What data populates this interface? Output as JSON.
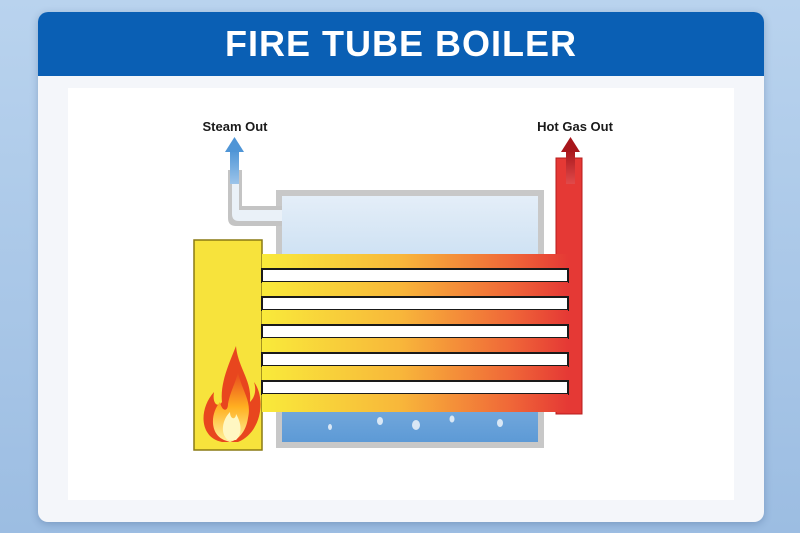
{
  "title": "FIRE TUBE BOILER",
  "labels": {
    "steam_out": "Steam Out",
    "hot_gas_out": "Hot Gas Out"
  },
  "colors": {
    "header": "#0a5fb4",
    "water": "#7fb2e0",
    "steam": "#d8e6f4",
    "furnace": "#f7e33c",
    "exhaust": "#e53935"
  }
}
